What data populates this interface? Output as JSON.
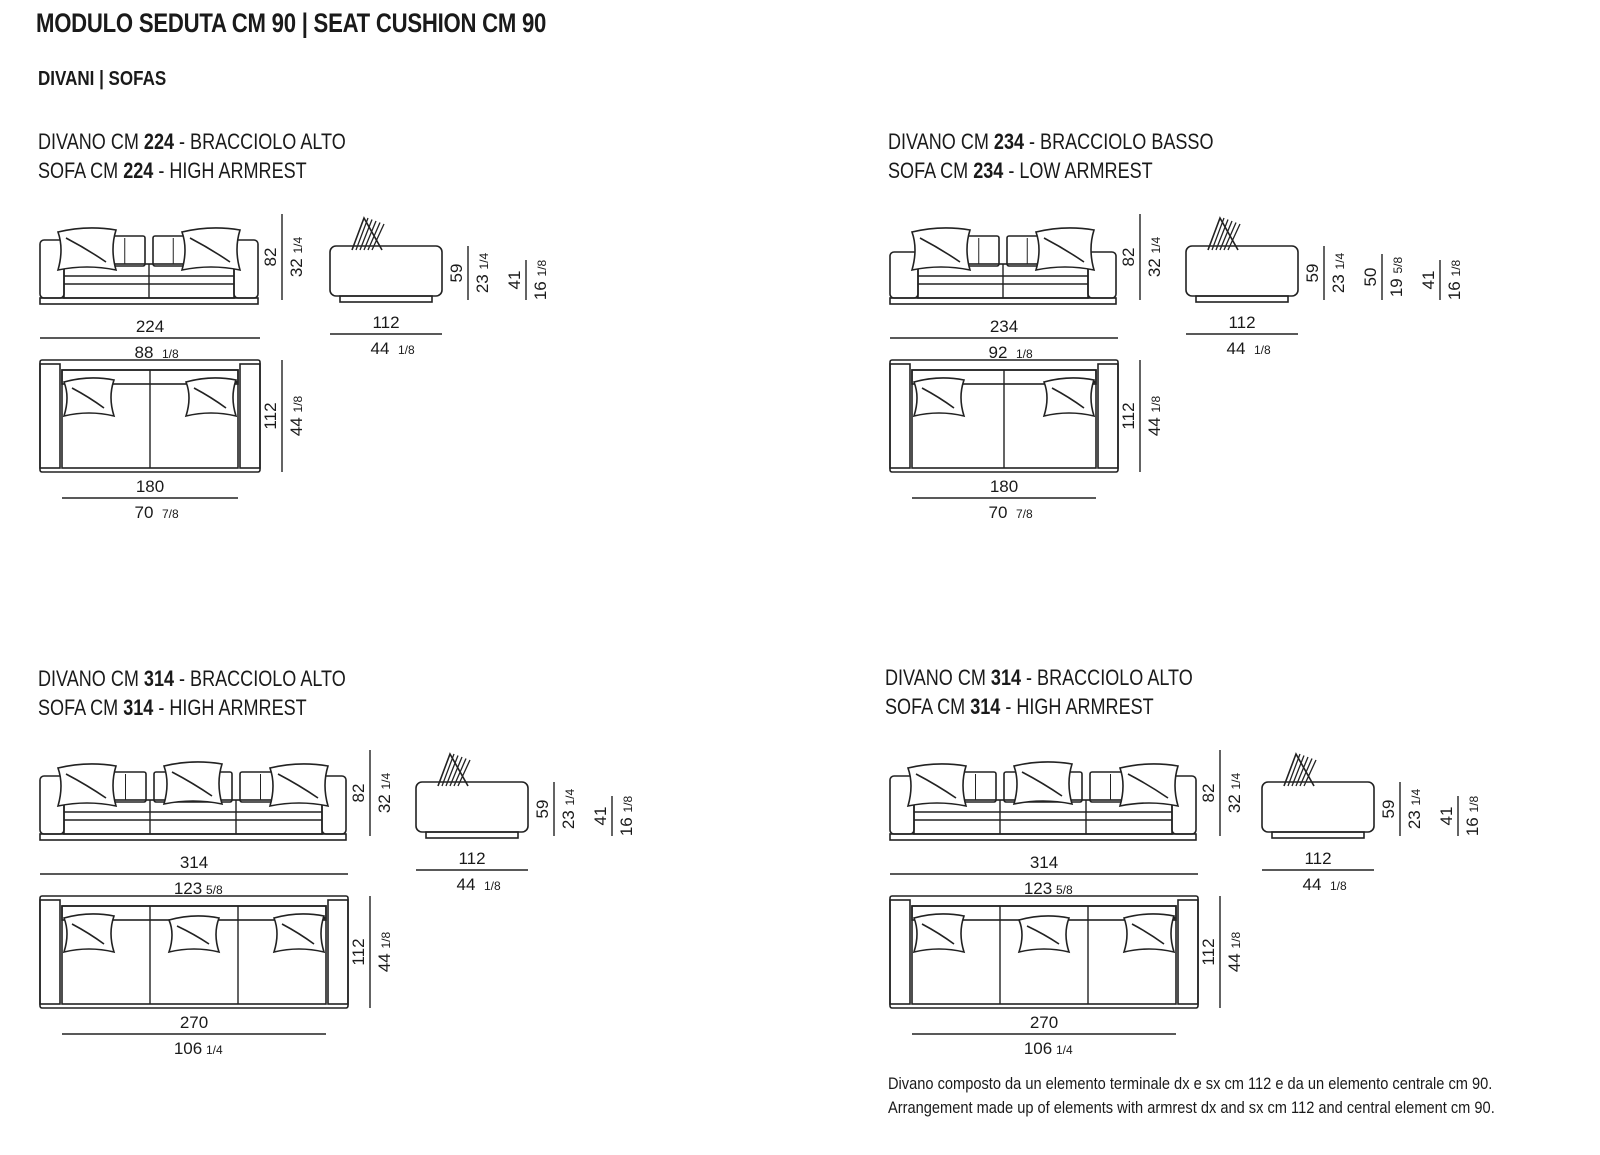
{
  "header": {
    "title": "MODULO SEDUTA CM 90 | SEAT CUSHION CM 90",
    "subtitle": "DIVANI | SOFAS"
  },
  "sections": [
    {
      "line1_prefix": "DIVANO CM ",
      "line1_size": "224",
      "line1_suffix": " - BRACCIOLO ALTO",
      "line2_prefix": "SOFA CM ",
      "line2_size": "224",
      "line2_suffix": " - HIGH ARMREST",
      "front": {
        "width": "224",
        "width_in": "88",
        "width_in_frac": "1/8",
        "height": "82",
        "height_in": "32",
        "height_in_frac": "1/4"
      },
      "side": {
        "depth": "112",
        "depth_in": "44",
        "depth_in_frac": "1/8",
        "seat": "59",
        "seat_in": "23",
        "seat_in_frac": "1/4",
        "arm": "41",
        "arm_in": "16",
        "arm_in_frac": "1/8"
      },
      "top": {
        "width": "180",
        "width_in": "70",
        "width_in_frac": "7/8",
        "depth": "112",
        "depth_in": "44",
        "depth_in_frac": "1/8"
      }
    },
    {
      "line1_prefix": "DIVANO CM ",
      "line1_size": "234",
      "line1_suffix": " - BRACCIOLO BASSO",
      "line2_prefix": "SOFA CM ",
      "line2_size": "234",
      "line2_suffix": " - LOW ARMREST",
      "front": {
        "width": "234",
        "width_in": "92",
        "width_in_frac": "1/8",
        "height": "82",
        "height_in": "32",
        "height_in_frac": "1/4"
      },
      "side": {
        "depth": "112",
        "depth_in": "44",
        "depth_in_frac": "1/8",
        "seat": "59",
        "seat_in": "23",
        "seat_in_frac": "1/4",
        "back": "50",
        "back_in": "19",
        "back_in_frac": "5/8",
        "arm": "41",
        "arm_in": "16",
        "arm_in_frac": "1/8"
      },
      "top": {
        "width": "180",
        "width_in": "70",
        "width_in_frac": "7/8",
        "depth": "112",
        "depth_in": "44",
        "depth_in_frac": "1/8"
      }
    },
    {
      "line1_prefix": "DIVANO CM ",
      "line1_size": "314",
      "line1_suffix": " - BRACCIOLO ALTO",
      "line2_prefix": "SOFA CM ",
      "line2_size": "314",
      "line2_suffix": " - HIGH ARMREST",
      "front": {
        "width": "314",
        "width_in": "123",
        "width_in_frac": "5/8",
        "height": "82",
        "height_in": "32",
        "height_in_frac": "1/4"
      },
      "side": {
        "depth": "112",
        "depth_in": "44",
        "depth_in_frac": "1/8",
        "seat": "59",
        "seat_in": "23",
        "seat_in_frac": "1/4",
        "arm": "41",
        "arm_in": "16",
        "arm_in_frac": "1/8"
      },
      "top": {
        "width": "270",
        "width_in": "106",
        "width_in_frac": "1/4",
        "depth": "112",
        "depth_in": "44",
        "depth_in_frac": "1/8"
      }
    },
    {
      "line1_prefix": "DIVANO CM ",
      "line1_size": "314",
      "line1_suffix": " - BRACCIOLO ALTO",
      "line2_prefix": "SOFA CM ",
      "line2_size": "314",
      "line2_suffix": " - HIGH ARMREST",
      "front": {
        "width": "314",
        "width_in": "123",
        "width_in_frac": "5/8",
        "height": "82",
        "height_in": "32",
        "height_in_frac": "1/4"
      },
      "side": {
        "depth": "112",
        "depth_in": "44",
        "depth_in_frac": "1/8",
        "seat": "59",
        "seat_in": "23",
        "seat_in_frac": "1/4",
        "arm": "41",
        "arm_in": "16",
        "arm_in_frac": "1/8"
      },
      "top": {
        "width": "270",
        "width_in": "106",
        "width_in_frac": "1/4",
        "depth": "112",
        "depth_in": "44",
        "depth_in_frac": "1/8"
      }
    }
  ],
  "note": {
    "it": "Divano composto da un elemento terminale dx e sx cm 112 e da un elemento centrale cm 90.",
    "en": "Arrangement made up of elements with armrest dx and sx cm 112 and central element cm 90."
  }
}
